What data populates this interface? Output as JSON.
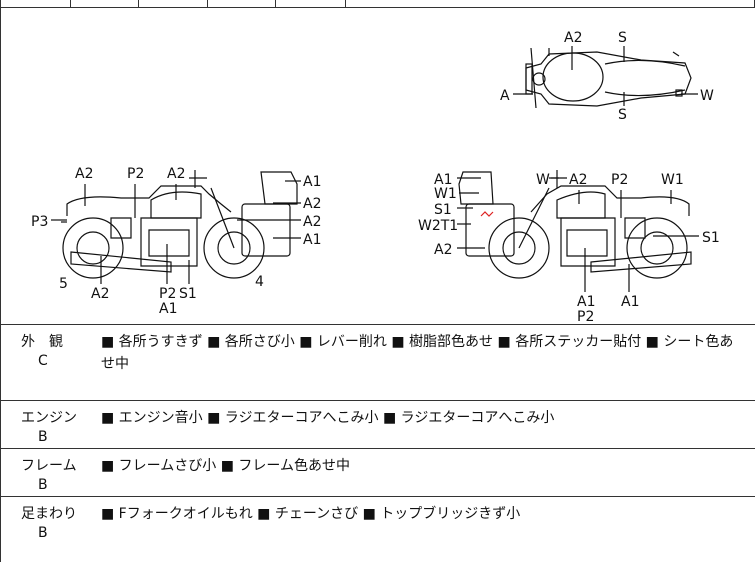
{
  "diagram": {
    "top_view": {
      "labels": [
        "A2",
        "S",
        "A",
        "W",
        "S"
      ]
    },
    "left_view": {
      "labels": [
        "A2",
        "P2",
        "A2",
        "A1",
        "P3",
        "A2",
        "A2",
        "A1",
        "5",
        "A2",
        "P2",
        "S1",
        "A1",
        "4"
      ]
    },
    "right_view": {
      "labels": [
        "A1",
        "W",
        "A2",
        "P2",
        "W1",
        "W1",
        "S1",
        "W2T1",
        "A2",
        "S1",
        "A1",
        "P2",
        "A1"
      ]
    }
  },
  "rows": [
    {
      "category": "外　観",
      "grade": "C",
      "notes": "■ 各所うすきず ■ 各所さび小 ■ レバー削れ ■ 樹脂部色あせ ■ 各所ステッカー貼付 ■ シート色あせ中"
    },
    {
      "category": "エンジン",
      "grade": "B",
      "notes": "■ エンジン音小 ■ ラジエターコアへこみ小 ■ ラジエターコアへこみ小"
    },
    {
      "category": "フレーム",
      "grade": "B",
      "notes": "■ フレームさび小 ■ フレーム色あせ中"
    },
    {
      "category": "足まわり",
      "grade": "B",
      "notes": "■ Fフォークオイルもれ ■ チェーンさび ■ トップブリッジきず小"
    }
  ]
}
